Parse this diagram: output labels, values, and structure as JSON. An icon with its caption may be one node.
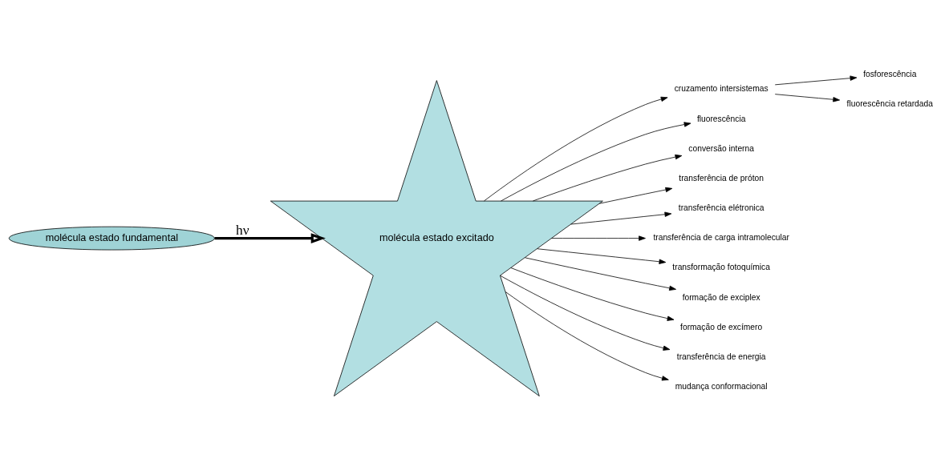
{
  "diagram": {
    "nodes": [
      {
        "text": [
          "molécula estado fundamental"
        ]
      },
      {
        "text": [
          "molécula estado excitado"
        ]
      },
      {
        "text": [
          "fosforescência"
        ]
      },
      {
        "text": [
          "cruzamento intersistemas"
        ]
      },
      {
        "text": [
          "fluorescência retardada"
        ]
      },
      {
        "text": [
          "fluorescência"
        ]
      },
      {
        "text": [
          "conversão interna"
        ]
      },
      {
        "text": [
          "transferência de próton"
        ]
      },
      {
        "text": [
          "transferência elétronica"
        ]
      },
      {
        "text": [
          "transferência de carga intramolecular"
        ]
      },
      {
        "text": [
          "transformação fotoquímica"
        ]
      },
      {
        "text": [
          "formação de exciplex"
        ]
      },
      {
        "text": [
          "formação de excímero"
        ]
      },
      {
        "text": [
          "transferência de energia"
        ]
      },
      {
        "text": [
          "mudança conformacional"
        ]
      }
    ],
    "edges": [
      {
        "from": 0,
        "to": 1,
        "arrow": "to",
        "label": "hν",
        "style": "thick"
      },
      {
        "from": 1,
        "to": 3,
        "arrow": "to"
      },
      {
        "from": 3,
        "to": 2,
        "arrow": "to"
      },
      {
        "from": 3,
        "to": 4,
        "arrow": "to"
      },
      {
        "from": 1,
        "to": 5,
        "arrow": "to"
      },
      {
        "from": 1,
        "to": 6,
        "arrow": "to"
      },
      {
        "from": 1,
        "to": 7,
        "arrow": "to"
      },
      {
        "from": 1,
        "to": 8,
        "arrow": "to"
      },
      {
        "from": 1,
        "to": 9,
        "arrow": "to"
      },
      {
        "from": 1,
        "to": 10,
        "arrow": "to"
      },
      {
        "from": 1,
        "to": 11,
        "arrow": "to"
      },
      {
        "from": 1,
        "to": 12,
        "arrow": "to"
      },
      {
        "from": 1,
        "to": 13,
        "arrow": "to"
      },
      {
        "from": 1,
        "to": 14,
        "arrow": "to"
      }
    ]
  }
}
